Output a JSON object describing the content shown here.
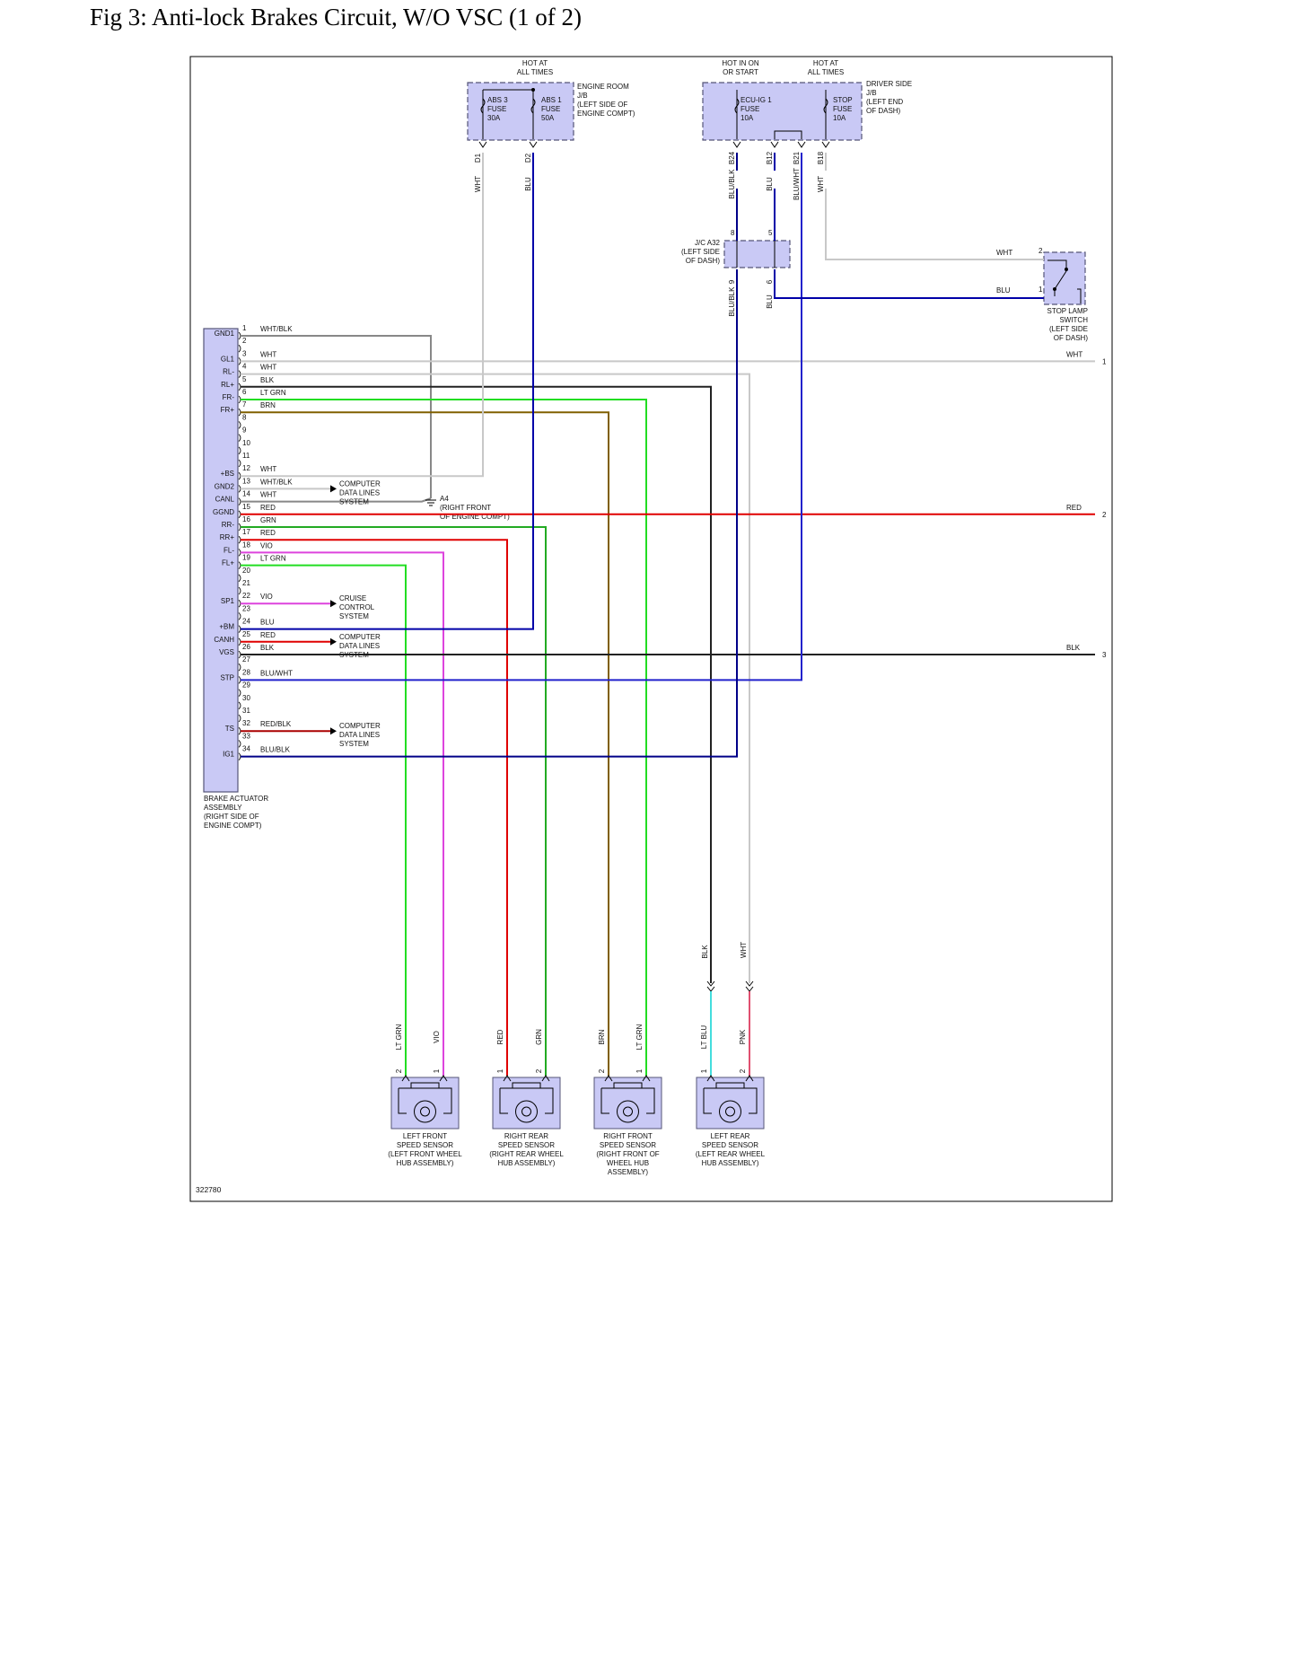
{
  "title": "Fig 3: Anti-lock Brakes Circuit, W/O VSC (1 of 2)",
  "figure_id": "322780",
  "colors": {
    "box_fill": "#c9c9f5",
    "box_stroke": "#555577",
    "WHT": "#c8c8c8",
    "WHT/BLK": "#888888",
    "BLK": "#222222",
    "BLU": "#0000a8",
    "LT GRN": "#22dd22",
    "GRN": "#22aa22",
    "BRN": "#806000",
    "RED": "#e00000",
    "RED/BLK": "#aa0000",
    "VIO": "#dd44dd",
    "BLU/WHT": "#2222cc",
    "BLU/BLK": "#000088",
    "LT BLU": "#44dddd",
    "PNK": "#e05070"
  },
  "fuse_boxes": [
    {
      "name": "ENGINE ROOM J/B",
      "location_lines": [
        "ENGINE ROOM",
        "J/B",
        "(LEFT SIDE OF",
        "ENGINE COMPT)"
      ],
      "fuses": [
        {
          "label": [
            "ABS 3",
            "FUSE",
            "30A"
          ],
          "power": [
            "HOT AT",
            "ALL TIMES"
          ],
          "terminal": "D1",
          "wire": "WHT"
        },
        {
          "label": [
            "ABS 1",
            "FUSE",
            "50A"
          ],
          "power": [],
          "terminal": "D2",
          "wire": "BLU"
        }
      ]
    },
    {
      "name": "DRIVER SIDE J/B",
      "location_lines": [
        "DRIVER SIDE",
        "J/B",
        "(LEFT END",
        "OF DASH)"
      ],
      "fuses": [
        {
          "label": [
            "ECU-IG 1",
            "FUSE",
            "10A"
          ],
          "power": [
            "HOT IN ON",
            "OR START"
          ],
          "terminal": "B24",
          "wire": "BLU/BLK"
        },
        {
          "label": [],
          "power": [],
          "terminal": "B12",
          "wire": "BLU"
        },
        {
          "label": [],
          "power": [],
          "terminal": "B21",
          "wire": "BLU/WHT"
        },
        {
          "label": [
            "STOP",
            "FUSE",
            "10A"
          ],
          "power": [
            "HOT AT",
            "ALL TIMES"
          ],
          "terminal": "B18",
          "wire": "WHT"
        }
      ]
    }
  ],
  "junction": {
    "lines": [
      "J/C A32",
      "(LEFT SIDE",
      "OF DASH)"
    ],
    "pins_top": [
      "8",
      "5"
    ],
    "pins_bottom": [
      "9",
      "6"
    ],
    "wires_bottom": [
      "BLU/BLK",
      "BLU"
    ]
  },
  "stop_switch": {
    "lines": [
      "STOP LAMP",
      "SWITCH",
      "(LEFT SIDE",
      "OF DASH)"
    ],
    "pins": [
      "2",
      "1"
    ],
    "wires": [
      "WHT",
      "BLU"
    ]
  },
  "ground": {
    "lines": [
      "A4",
      "(RIGHT FRONT",
      "OF ENGINE COMPT)"
    ]
  },
  "actuator": {
    "lines": [
      "BRAKE ACTUATOR",
      "ASSEMBLY",
      "(RIGHT SIDE OF",
      "ENGINE COMPT)"
    ],
    "pins": [
      {
        "pin": "1",
        "name": "GND1",
        "wire": "WHT/BLK"
      },
      {
        "pin": "2",
        "name": "",
        "wire": ""
      },
      {
        "pin": "3",
        "name": "GL1",
        "wire": "WHT"
      },
      {
        "pin": "4",
        "name": "RL-",
        "wire": "WHT"
      },
      {
        "pin": "5",
        "name": "RL+",
        "wire": "BLK"
      },
      {
        "pin": "6",
        "name": "FR-",
        "wire": "LT GRN"
      },
      {
        "pin": "7",
        "name": "FR+",
        "wire": "BRN"
      },
      {
        "pin": "8",
        "name": "",
        "wire": ""
      },
      {
        "pin": "9",
        "name": "",
        "wire": ""
      },
      {
        "pin": "10",
        "name": "",
        "wire": ""
      },
      {
        "pin": "11",
        "name": "",
        "wire": ""
      },
      {
        "pin": "12",
        "name": "+BS",
        "wire": "WHT"
      },
      {
        "pin": "13",
        "name": "GND2",
        "wire": "WHT/BLK"
      },
      {
        "pin": "14",
        "name": "CANL",
        "wire": "WHT"
      },
      {
        "pin": "15",
        "name": "GGND",
        "wire": "RED"
      },
      {
        "pin": "16",
        "name": "RR-",
        "wire": "GRN"
      },
      {
        "pin": "17",
        "name": "RR+",
        "wire": "RED"
      },
      {
        "pin": "18",
        "name": "FL-",
        "wire": "VIO"
      },
      {
        "pin": "19",
        "name": "FL+",
        "wire": "LT GRN"
      },
      {
        "pin": "20",
        "name": "",
        "wire": ""
      },
      {
        "pin": "21",
        "name": "",
        "wire": ""
      },
      {
        "pin": "22",
        "name": "SP1",
        "wire": "VIO"
      },
      {
        "pin": "23",
        "name": "",
        "wire": ""
      },
      {
        "pin": "24",
        "name": "+BM",
        "wire": "BLU"
      },
      {
        "pin": "25",
        "name": "CANH",
        "wire": "RED"
      },
      {
        "pin": "26",
        "name": "VGS",
        "wire": "BLK"
      },
      {
        "pin": "27",
        "name": "",
        "wire": ""
      },
      {
        "pin": "28",
        "name": "STP",
        "wire": "BLU/WHT"
      },
      {
        "pin": "29",
        "name": "",
        "wire": ""
      },
      {
        "pin": "30",
        "name": "",
        "wire": ""
      },
      {
        "pin": "31",
        "name": "",
        "wire": ""
      },
      {
        "pin": "32",
        "name": "TS",
        "wire": "RED/BLK"
      },
      {
        "pin": "33",
        "name": "",
        "wire": ""
      },
      {
        "pin": "34",
        "name": "IG1",
        "wire": "BLU/BLK"
      }
    ]
  },
  "system_labels": [
    {
      "lines": [
        "COMPUTER",
        "DATA LINES",
        "SYSTEM"
      ]
    },
    {
      "lines": [
        "CRUISE",
        "CONTROL",
        "SYSTEM"
      ]
    },
    {
      "lines": [
        "COMPUTER",
        "DATA LINES",
        "SYSTEM"
      ]
    },
    {
      "lines": [
        "COMPUTER",
        "DATA LINES",
        "SYSTEM"
      ]
    }
  ],
  "offpage": [
    {
      "wire": "WHT",
      "ref": "1"
    },
    {
      "wire": "RED",
      "ref": "2"
    },
    {
      "wire": "BLK",
      "ref": "3"
    }
  ],
  "rear_connector_wires": {
    "upper": [
      "BLK",
      "WHT"
    ],
    "lower": [
      "LT BLU",
      "PNK"
    ]
  },
  "sensors": [
    {
      "lines": [
        "LEFT FRONT",
        "SPEED SENSOR",
        "(LEFT FRONT WHEEL",
        "HUB ASSEMBLY)"
      ],
      "pins": [
        "2",
        "1"
      ],
      "wires": [
        "LT GRN",
        "VIO"
      ]
    },
    {
      "lines": [
        "RIGHT REAR",
        "SPEED SENSOR",
        "(RIGHT REAR WHEEL",
        "HUB ASSEMBLY)"
      ],
      "pins": [
        "1",
        "2"
      ],
      "wires": [
        "RED",
        "GRN"
      ]
    },
    {
      "lines": [
        "RIGHT FRONT",
        "SPEED SENSOR",
        "(RIGHT FRONT OF",
        "WHEEL HUB",
        "ASSEMBLY)"
      ],
      "pins": [
        "2",
        "1"
      ],
      "wires": [
        "BRN",
        "LT GRN"
      ]
    },
    {
      "lines": [
        "LEFT REAR",
        "SPEED SENSOR",
        "(LEFT REAR WHEEL",
        "HUB ASSEMBLY)"
      ],
      "pins": [
        "1",
        "2"
      ],
      "wires": [
        "LT BLU",
        "PNK"
      ]
    }
  ]
}
